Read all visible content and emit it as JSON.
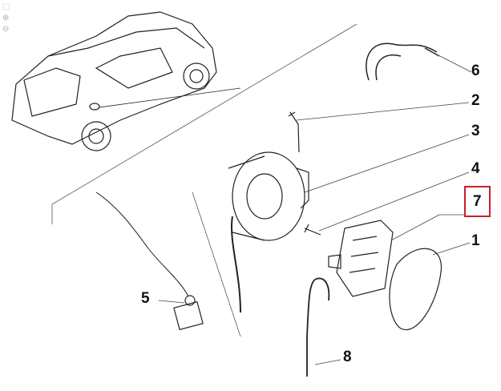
{
  "toolbar": {
    "icons": [
      "fit-page-icon",
      "zoom-in-icon",
      "zoom-out-icon"
    ]
  },
  "callouts": [
    {
      "id": "6",
      "label": "6"
    },
    {
      "id": "2",
      "label": "2"
    },
    {
      "id": "3",
      "label": "3"
    },
    {
      "id": "4",
      "label": "4"
    },
    {
      "id": "7",
      "label": "7",
      "highlighted": true
    },
    {
      "id": "1",
      "label": "1"
    },
    {
      "id": "5",
      "label": "5"
    },
    {
      "id": "8",
      "label": "8"
    }
  ],
  "colors": {
    "highlight": "#c8202a",
    "line": "#222222"
  }
}
